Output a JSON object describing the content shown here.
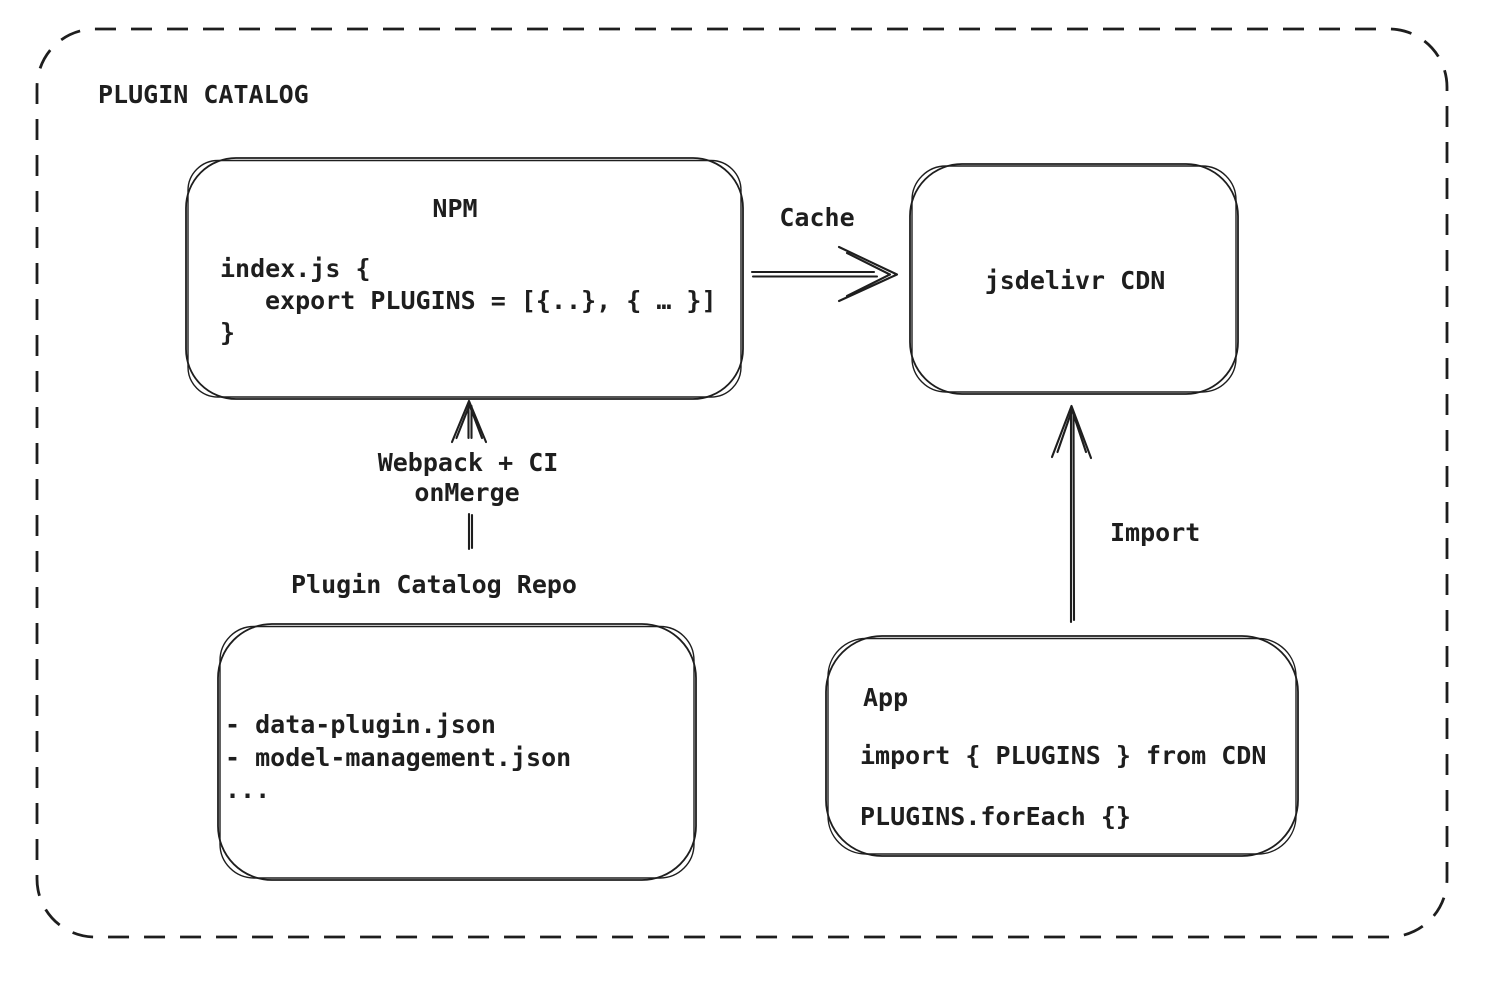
{
  "colors": {
    "stroke": "#1e1e1e",
    "background": "#ffffff"
  },
  "diagram": {
    "title": "PLUGIN CATALOG",
    "nodes": {
      "npm": {
        "title": "NPM",
        "code": {
          "line1": "index.js {",
          "line2": "export PLUGINS = [{..}, { … }]",
          "line3": "}"
        }
      },
      "cdn": {
        "label": "jsdelivr CDN"
      },
      "repo": {
        "label": "Plugin Catalog Repo",
        "files": {
          "line1": "- data-plugin.json",
          "line2": "- model-management.json",
          "line3": "..."
        }
      },
      "app": {
        "title": "App",
        "code": {
          "line1": "import { PLUGINS } from CDN",
          "line2": "PLUGINS.forEach {}"
        }
      }
    },
    "edges": {
      "cache": {
        "label": "Cache"
      },
      "build": {
        "label1": "Webpack + CI",
        "label2": "onMerge"
      },
      "import": {
        "label": "Import"
      }
    }
  }
}
